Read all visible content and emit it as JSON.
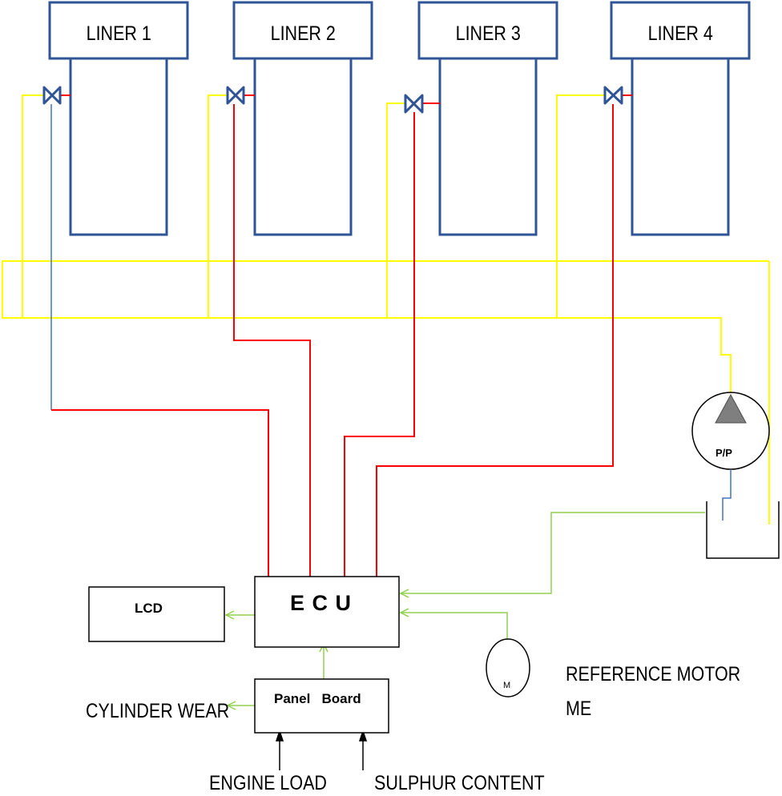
{
  "liners": [
    {
      "label": "LINER 1"
    },
    {
      "label": "LINER 2"
    },
    {
      "label": "LINER 3"
    },
    {
      "label": "LINER 4"
    }
  ],
  "ecu": {
    "label": "E C U"
  },
  "lcd": {
    "label": "LCD"
  },
  "panel_board": {
    "label": "Panel   Board"
  },
  "pump": {
    "label": "P/P"
  },
  "motor": {
    "symbol": "M",
    "label_line1": "REFERENCE MOTOR",
    "label_line2": "ME"
  },
  "outputs": {
    "cylinder_wear": "CYLINDER WEAR"
  },
  "inputs": {
    "engine_load": "ENGINE LOAD",
    "sulphur_content": "SULPHUR CONTENT"
  },
  "colors": {
    "liner_stroke": "#2f5597",
    "oil_line": "#ffff00",
    "signal_line": "#ff0000",
    "suction_line": "#4472c4",
    "sensor_line": "#92d050",
    "box_stroke": "#000000",
    "pump_triangle": "#7f7f7f"
  }
}
